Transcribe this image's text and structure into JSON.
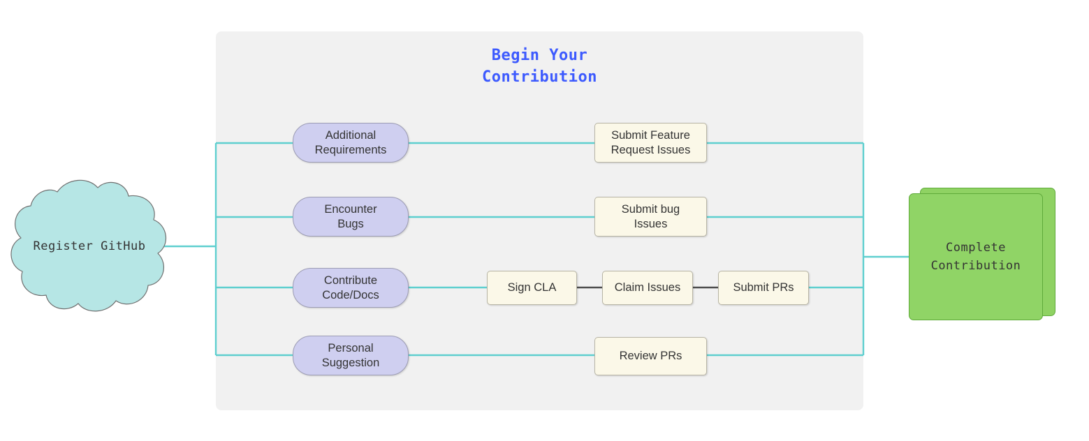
{
  "diagram": {
    "title": "Begin Your\nContribution",
    "title_color": "#3d5afe",
    "panel_color": "#f1f1f1",
    "wire_color": "#5ecfcf",
    "chain_wire_color": "#4d4d4d",
    "start": {
      "label": "Register GitHub",
      "shape": "cloud",
      "fill": "#b6e6e5",
      "stroke": "#6f6f6f"
    },
    "end": {
      "label": "Complete\nContribution",
      "shape": "stacked-rect",
      "fill": "#90d466",
      "stroke": "#5faa3a"
    },
    "branches": [
      {
        "trigger": "Additional\nRequirements",
        "action": "Submit Feature\nRequest Issues"
      },
      {
        "trigger": "Encounter\nBugs",
        "action": "Submit bug\nIssues"
      },
      {
        "trigger": "Contribute\nCode/Docs",
        "chain": [
          "Sign CLA",
          "Claim Issues",
          "Submit PRs"
        ]
      },
      {
        "trigger": "Personal\nSuggestion",
        "action": "Review PRs"
      }
    ],
    "node_colors": {
      "trigger_fill": "#cfcff0",
      "trigger_stroke": "#9c9cb4",
      "action_fill": "#fbf8e8",
      "action_stroke": "#b8b5a5"
    }
  }
}
